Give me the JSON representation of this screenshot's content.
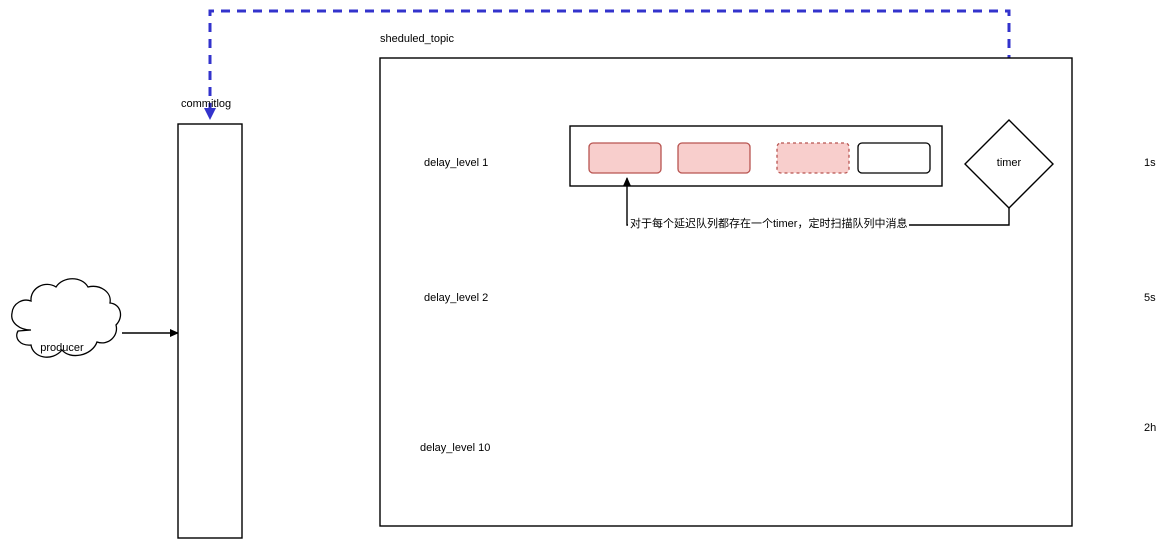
{
  "diagram": {
    "title_label": "sheduled_topic",
    "commitlog_label": "commitlog",
    "producer_label": "producer",
    "timer_label": "timer",
    "annotation": "对于每个延迟队列都存在一个timer，定时扫描队列中消息",
    "levels": [
      {
        "label": "delay_level 1",
        "interval": "1s"
      },
      {
        "label": "delay_level 2",
        "interval": "5s"
      },
      {
        "label": "delay_level 10",
        "interval": "2h"
      }
    ],
    "messages": [
      {
        "state": "filled"
      },
      {
        "state": "filled"
      },
      {
        "state": "dashed"
      },
      {
        "state": "empty"
      }
    ],
    "colors": {
      "message_fill": "#f8cecc",
      "message_stroke": "#b85450",
      "shape_stroke": "#000000",
      "flow_arrow": "#3333cc"
    }
  }
}
